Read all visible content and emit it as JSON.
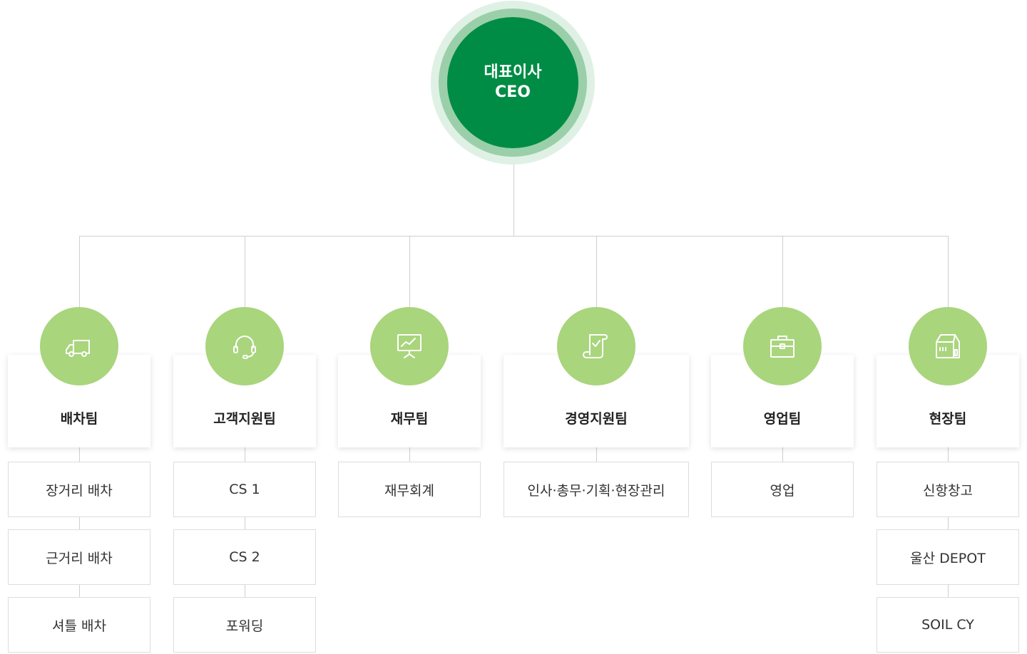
{
  "ceo": {
    "title_ko": "대표이사",
    "title_en": "CEO"
  },
  "teams": [
    {
      "name": "배차팀",
      "icon": "truck-icon",
      "subs": [
        "장거리 배차",
        "근거리 배차",
        "셔틀 배차"
      ]
    },
    {
      "name": "고객지원팀",
      "icon": "headset-icon",
      "subs": [
        "CS 1",
        "CS 2",
        "포워딩"
      ]
    },
    {
      "name": "재무팀",
      "icon": "chart-board-icon",
      "subs": [
        "재무회계"
      ]
    },
    {
      "name": "경영지원팀",
      "icon": "document-check-icon",
      "subs": [
        "인사·총무·기획·현장관리"
      ]
    },
    {
      "name": "영업팀",
      "icon": "briefcase-icon",
      "subs": [
        "영업"
      ]
    },
    {
      "name": "현장팀",
      "icon": "warehouse-icon",
      "subs": [
        "신항창고",
        "울산 DEPOT",
        "SOIL CY"
      ]
    }
  ],
  "colors": {
    "ceo_fill": "#008c45",
    "ceo_ring_inner": "#9acfaa",
    "ceo_ring_outer": "#dff1e4",
    "icon_fill": "#a9d57c",
    "connector": "#cfcfcf"
  }
}
